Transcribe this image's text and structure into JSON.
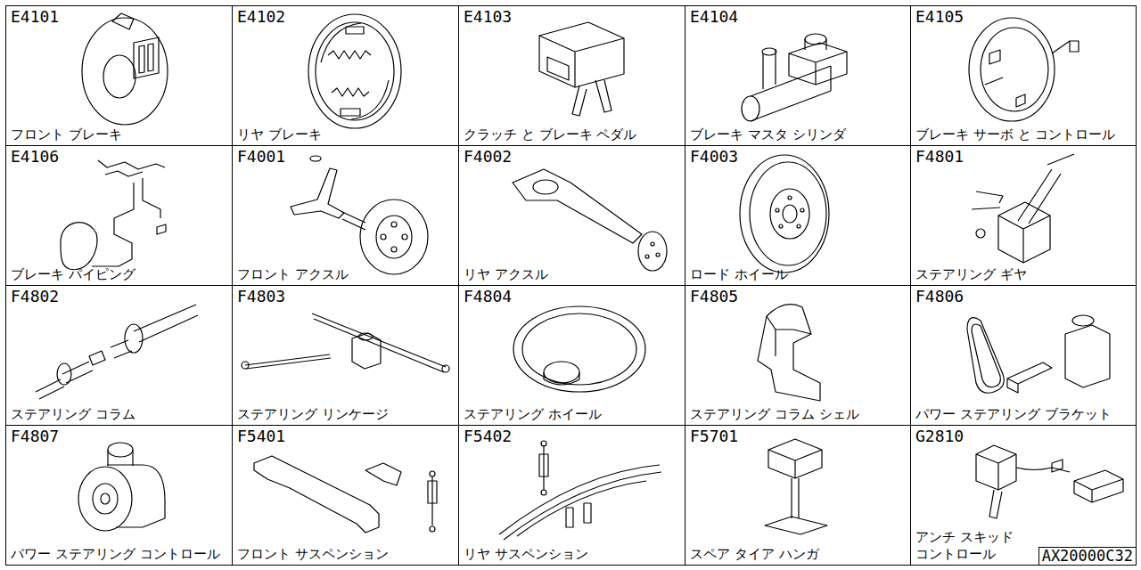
{
  "diagram": {
    "nodes": [
      {
        "text": [
          "E4101",
          "フロント ブレーキ"
        ]
      },
      {
        "text": [
          "E4102",
          "リヤ ブレーキ"
        ]
      },
      {
        "text": [
          "E4103",
          "クラッチ と ブレーキ ペダル"
        ]
      },
      {
        "text": [
          "E4104",
          "ブレーキ マスタ シリンダ"
        ]
      },
      {
        "text": [
          "E4105",
          "ブレーキ サーボ と コントロール"
        ]
      },
      {
        "text": [
          "E4106",
          "ブレーキ パイピング"
        ]
      },
      {
        "text": [
          "F4001",
          "フロント アクスル"
        ]
      },
      {
        "text": [
          "F4002",
          "リヤ アクスル"
        ]
      },
      {
        "text": [
          "F4003",
          "ロード ホイール"
        ]
      },
      {
        "text": [
          "F4801",
          "ステアリング ギヤ"
        ]
      },
      {
        "text": [
          "F4802",
          "ステアリング コラム"
        ]
      },
      {
        "text": [
          "F4803",
          "ステアリング リンケージ"
        ]
      },
      {
        "text": [
          "F4804",
          "ステアリング ホイール"
        ]
      },
      {
        "text": [
          "F4805",
          "ステアリング コラム シェル"
        ]
      },
      {
        "text": [
          "F4806",
          "パワー ステアリング ブラケット"
        ]
      },
      {
        "text": [
          "F4807",
          "パワー ステアリング コントロール"
        ]
      },
      {
        "text": [
          "F5401",
          "フロント サスペンション"
        ]
      },
      {
        "text": [
          "F5402",
          "リヤ サスペンション"
        ]
      },
      {
        "text": [
          "F5701",
          "スペア タイア ハンガ"
        ]
      },
      {
        "text": [
          "G2810",
          "アンチ スキッド コントロール"
        ]
      }
    ],
    "labels": [
      "AX20000C32"
    ]
  }
}
